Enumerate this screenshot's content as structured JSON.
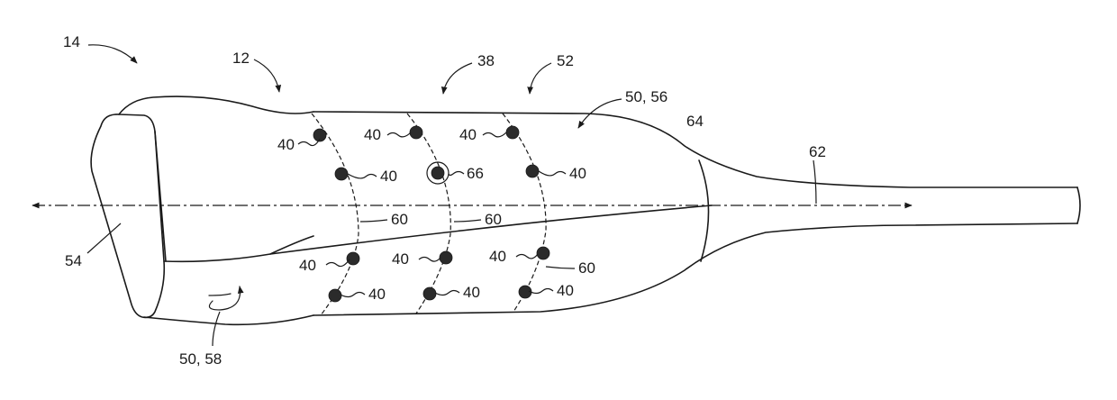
{
  "figure": {
    "callouts": {
      "ref_14": "14",
      "ref_12": "12",
      "ref_38": "38",
      "ref_52": "52",
      "ref_50_56": "50, 56",
      "ref_64": "64",
      "ref_62": "62",
      "ref_54": "54",
      "ref_50_58": "50, 58",
      "ref_66": "66",
      "ref_60_a": "60",
      "ref_60_b": "60",
      "ref_60_c": "60"
    },
    "sensor_label": "40",
    "colors": {
      "line": "#1a1a1a",
      "sensor_fill": "#2b2b2b",
      "background": "#ffffff"
    }
  }
}
